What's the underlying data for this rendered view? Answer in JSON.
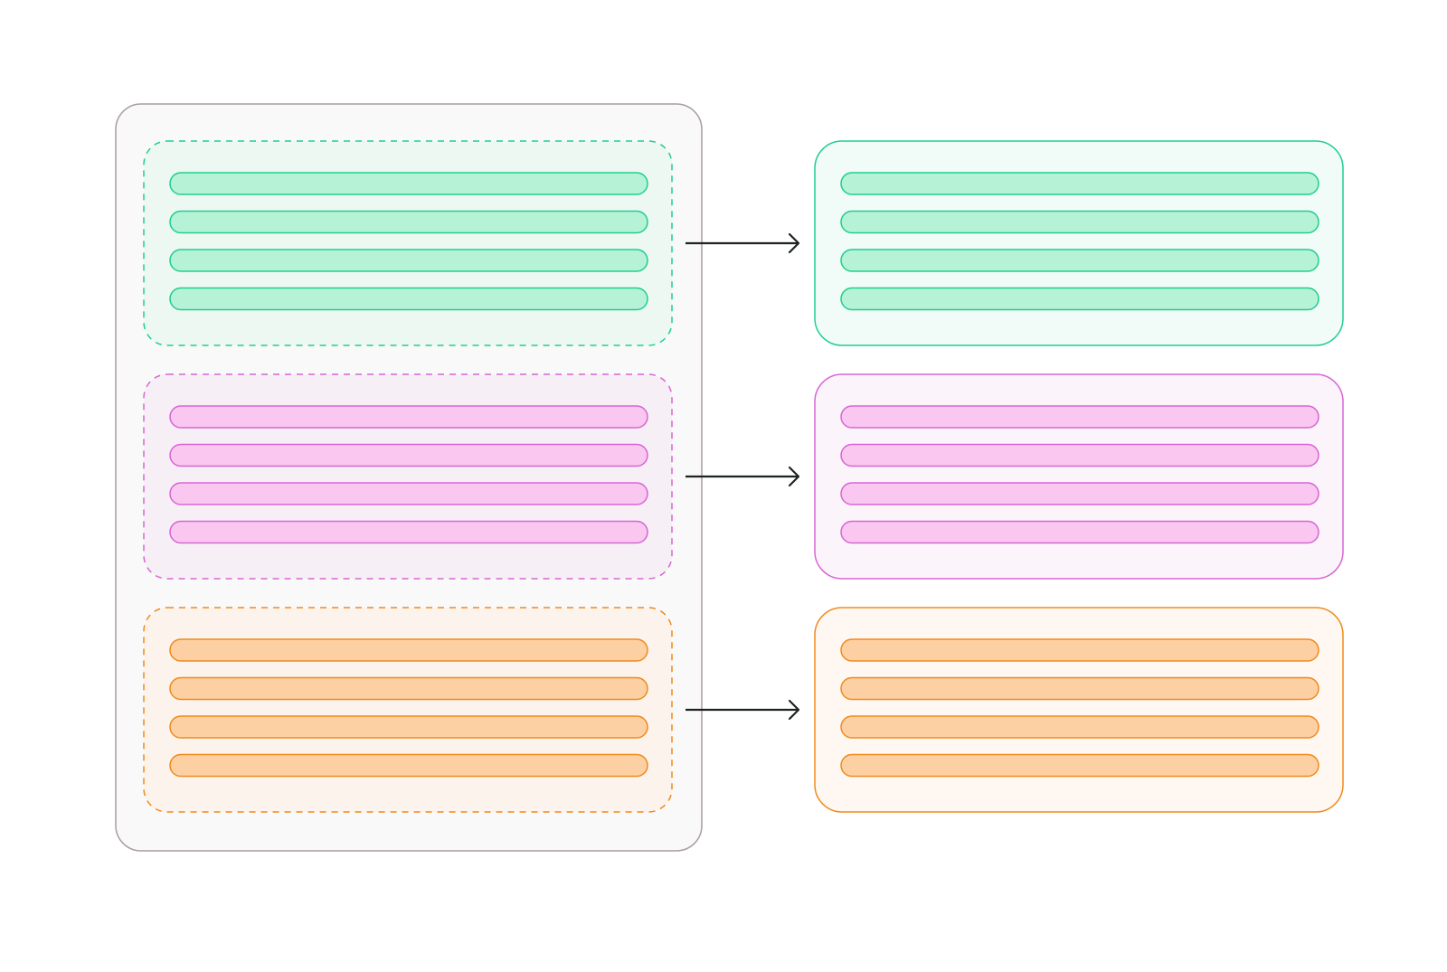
{
  "diagram": {
    "container": {
      "fill": "#f9f9f9",
      "stroke": "#a89ca6"
    },
    "groups": [
      {
        "id": "green",
        "stroke": "#1fcf8f",
        "group_fill": "#eef8f3",
        "card_fill": "#f1fbf7",
        "bar_fill": "#b6f2d6",
        "bars": 4
      },
      {
        "id": "pink",
        "stroke": "#d766d3",
        "group_fill": "#f6f0f6",
        "card_fill": "#fbf5fb",
        "bar_fill": "#f9c7ef",
        "bars": 4
      },
      {
        "id": "orange",
        "stroke": "#f08a1d",
        "group_fill": "#fbf3ec",
        "card_fill": "#fff8f2",
        "bar_fill": "#fdd0a4",
        "bars": 4
      }
    ],
    "arrow_color": "#1f2222"
  }
}
